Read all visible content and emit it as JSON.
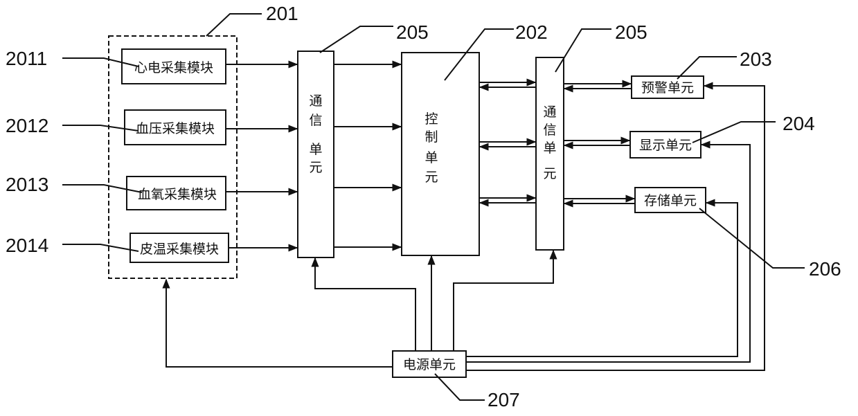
{
  "collection_block": {
    "ref": "201",
    "modules": [
      {
        "ref": "2011",
        "label": "心电采集模块"
      },
      {
        "ref": "2012",
        "label": "血压采集模块"
      },
      {
        "ref": "2013",
        "label": "血氧采集模块"
      },
      {
        "ref": "2014",
        "label": "皮温采集模块"
      }
    ]
  },
  "comm_unit_left": {
    "ref": "205",
    "label_chars": [
      "通",
      "信",
      "单",
      "元"
    ]
  },
  "control_unit": {
    "ref": "202",
    "label_chars": [
      "控",
      "制",
      "单",
      "元"
    ]
  },
  "comm_unit_right": {
    "ref": "205",
    "label_chars": [
      "通",
      "信",
      "单",
      "元"
    ]
  },
  "warning_unit": {
    "ref": "203",
    "label": "预警单元"
  },
  "display_unit": {
    "ref": "204",
    "label": "显示单元"
  },
  "storage_unit": {
    "ref": "206",
    "label": "存储单元"
  },
  "power_unit": {
    "ref": "207",
    "label": "电源单元"
  },
  "colors": {
    "line": "#111111",
    "background": "#ffffff"
  }
}
